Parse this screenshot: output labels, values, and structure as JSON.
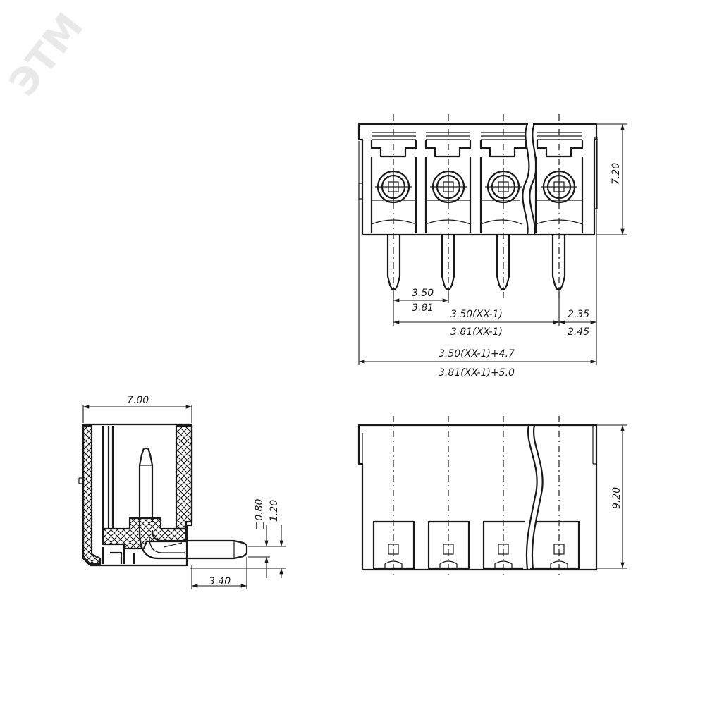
{
  "watermark": "ЭТМ",
  "front_view": {
    "pitch_dims": [
      "3.50",
      "3.81"
    ],
    "span_dims": [
      "3.50(XX-1)",
      "3.81(XX-1)"
    ],
    "side_dims": [
      "2.35",
      "2.45"
    ],
    "total_dims": [
      "3.50(XX-1)+4.7",
      "3.81(XX-1)+5.0"
    ],
    "height_dim": "7.20"
  },
  "side_view": {
    "width_dim": "7.00",
    "pin_dim": "3.40",
    "pin_size_dim": "□0.80",
    "pin_height_dim": "1.20"
  },
  "bottom_view": {
    "height_dim": "9.20"
  }
}
